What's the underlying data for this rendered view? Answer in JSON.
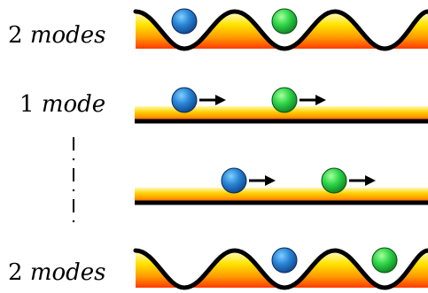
{
  "labels": {
    "row1": {
      "number": "2",
      "word": "modes"
    },
    "row2": {
      "number": "1",
      "word": "mode"
    },
    "row4": {
      "number": "2",
      "word": "modes"
    }
  },
  "colors": {
    "ball_blue": "#1f6fd1",
    "ball_green": "#1fc43c",
    "gradient_top": "#ffe400",
    "gradient_mid": "#ff9a00",
    "gradient_bottom": "#ff3a00",
    "line": "#000000"
  },
  "icons": [
    "blue-ball-icon",
    "green-ball-icon",
    "right-arrow-icon"
  ]
}
